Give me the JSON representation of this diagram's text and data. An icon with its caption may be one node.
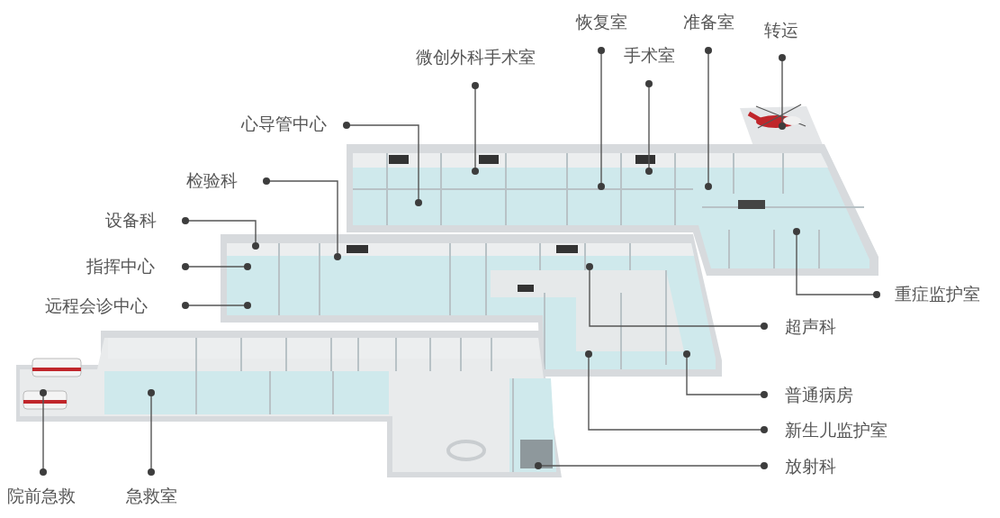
{
  "diagram": {
    "nodes": [
      {
        "text": [
          "恢复室"
        ]
      },
      {
        "text": [
          "准备室"
        ]
      },
      {
        "text": [
          "转运"
        ]
      },
      {
        "text": [
          "微创外科手术室"
        ]
      },
      {
        "text": [
          "手术室"
        ]
      },
      {
        "text": [
          "心导管中心"
        ]
      },
      {
        "text": [
          "检验科"
        ]
      },
      {
        "text": [
          "设备科"
        ]
      },
      {
        "text": [
          "指挥中心"
        ]
      },
      {
        "text": [
          "远程会诊中心"
        ]
      },
      {
        "text": [
          "重症监护室"
        ]
      },
      {
        "text": [
          "超声科"
        ]
      },
      {
        "text": [
          "普通病房"
        ]
      },
      {
        "text": [
          "新生儿监护室"
        ]
      },
      {
        "text": [
          "放射科"
        ]
      },
      {
        "text": [
          "院前急救"
        ]
      },
      {
        "text": [
          "急救室"
        ]
      }
    ],
    "edges": [
      {
        "from": 0,
        "to": null,
        "arrow": "other"
      },
      {
        "from": 1,
        "to": null,
        "arrow": "other"
      },
      {
        "from": 2,
        "to": null,
        "arrow": "other"
      },
      {
        "from": 3,
        "to": null,
        "arrow": "other"
      },
      {
        "from": 4,
        "to": null,
        "arrow": "other"
      },
      {
        "from": 5,
        "to": null,
        "arrow": "other"
      },
      {
        "from": 6,
        "to": null,
        "arrow": "other"
      },
      {
        "from": 7,
        "to": null,
        "arrow": "other"
      },
      {
        "from": 8,
        "to": null,
        "arrow": "other"
      },
      {
        "from": 9,
        "to": null,
        "arrow": "other"
      },
      {
        "from": 10,
        "to": null,
        "arrow": "other"
      },
      {
        "from": 11,
        "to": null,
        "arrow": "other"
      },
      {
        "from": 12,
        "to": null,
        "arrow": "other"
      },
      {
        "from": 13,
        "to": null,
        "arrow": "other"
      },
      {
        "from": 14,
        "to": null,
        "arrow": "other"
      },
      {
        "from": 15,
        "to": null,
        "arrow": "other"
      },
      {
        "from": 16,
        "to": null,
        "arrow": "other"
      }
    ]
  }
}
